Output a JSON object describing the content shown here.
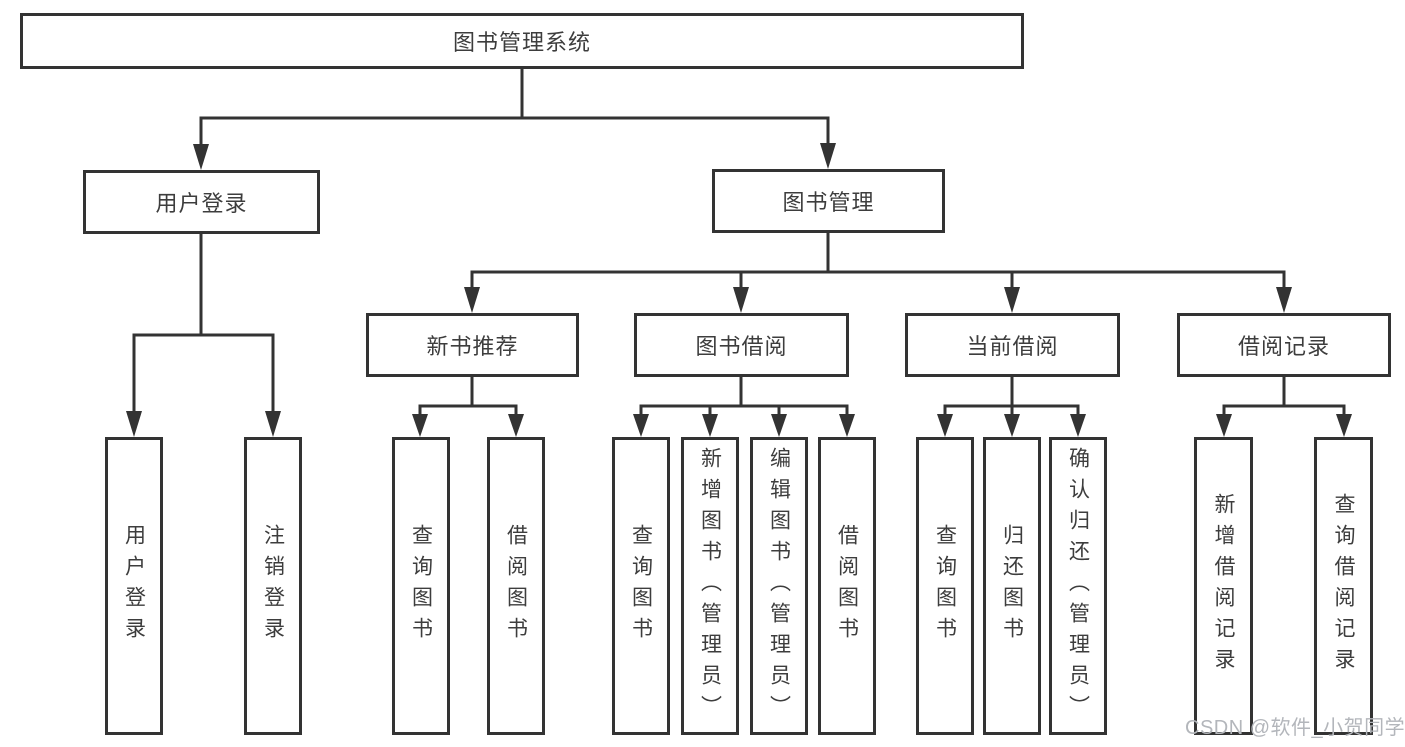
{
  "diagram_title": "图书管理系统",
  "watermark": "CSDN @软件_小贺同学",
  "colors": {
    "line": "#333333",
    "box_border": "#333333",
    "text": "#3d3d3d",
    "watermark": "#b3b6bb",
    "background": "#ffffff"
  },
  "tree": {
    "label": "图书管理系统",
    "children": [
      {
        "label": "用户登录",
        "children": [
          {
            "label": "用户登录"
          },
          {
            "label": "注销登录"
          }
        ]
      },
      {
        "label": "图书管理",
        "children": [
          {
            "label": "新书推荐",
            "children": [
              {
                "label": "查询图书"
              },
              {
                "label": "借阅图书"
              }
            ]
          },
          {
            "label": "图书借阅",
            "children": [
              {
                "label": "查询图书"
              },
              {
                "label": "新增图书（管理员）"
              },
              {
                "label": "编辑图书（管理员）"
              },
              {
                "label": "借阅图书"
              }
            ]
          },
          {
            "label": "当前借阅",
            "children": [
              {
                "label": "查询图书"
              },
              {
                "label": "归还图书"
              },
              {
                "label": "确认归还（管理员）"
              }
            ]
          },
          {
            "label": "借阅记录",
            "children": [
              {
                "label": "新增借阅记录"
              },
              {
                "label": "查询借阅记录"
              }
            ]
          }
        ]
      }
    ]
  }
}
